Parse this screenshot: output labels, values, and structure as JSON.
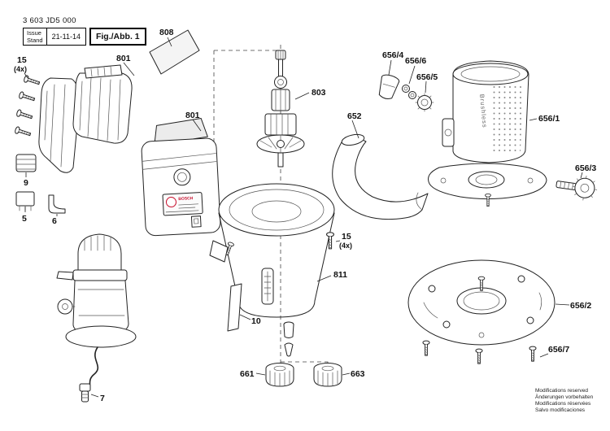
{
  "header": {
    "part_number": "3 603 JD5 000",
    "issue_label": "Issue",
    "stand_label": "Stand",
    "date": "21-11-14",
    "figure_label": "Fig./Abb. 1"
  },
  "product": {
    "brand": "BOSCH",
    "housing_text": "Brushless"
  },
  "labels": {
    "p15": "15",
    "p15_qty": "(4x)",
    "p801": "801",
    "p808": "808",
    "p803": "803",
    "p652": "652",
    "p656_1": "656/1",
    "p656_2": "656/2",
    "p656_3": "656/3",
    "p656_4": "656/4",
    "p656_5": "656/5",
    "p656_6": "656/6",
    "p656_7": "656/7",
    "p811": "811",
    "p10": "10",
    "p661": "661",
    "p663": "663",
    "p9": "9",
    "p5": "5",
    "p6": "6",
    "p7": "7"
  },
  "footer": {
    "line1": "Modifications reserved",
    "line2": "Änderungen vorbehalten",
    "line3": "Modifications réservées",
    "line4": "Salvo modificaciones"
  },
  "colors": {
    "line": "#222222",
    "brand_red": "#c8102e"
  }
}
